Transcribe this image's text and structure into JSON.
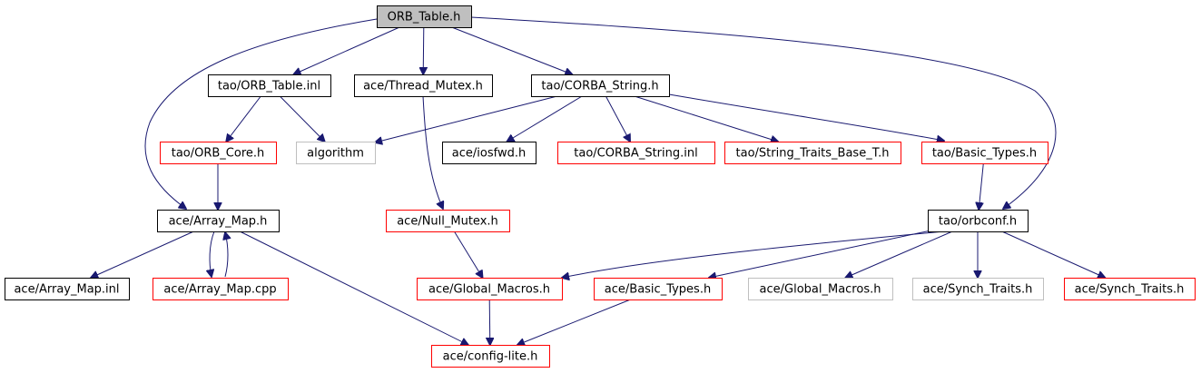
{
  "nodes": [
    {
      "id": "orb_table_h",
      "label": "ORB_Table.h",
      "style": "root"
    },
    {
      "id": "tao_orb_table_inl",
      "label": "tao/ORB_Table.inl",
      "style": "normal"
    },
    {
      "id": "ace_thread_mutex_h",
      "label": "ace/Thread_Mutex.h",
      "style": "normal"
    },
    {
      "id": "tao_corba_string_h",
      "label": "tao/CORBA_String.h",
      "style": "normal"
    },
    {
      "id": "tao_orb_core_h",
      "label": "tao/ORB_Core.h",
      "style": "red"
    },
    {
      "id": "algorithm",
      "label": "algorithm",
      "style": "gray"
    },
    {
      "id": "ace_iosfwd_h",
      "label": "ace/iosfwd.h",
      "style": "normal"
    },
    {
      "id": "tao_corba_string_inl",
      "label": "tao/CORBA_String.inl",
      "style": "red"
    },
    {
      "id": "tao_string_traits_base_t_h",
      "label": "tao/String_Traits_Base_T.h",
      "style": "red"
    },
    {
      "id": "tao_basic_types_h",
      "label": "tao/Basic_Types.h",
      "style": "red"
    },
    {
      "id": "ace_array_map_h",
      "label": "ace/Array_Map.h",
      "style": "normal"
    },
    {
      "id": "ace_null_mutex_h",
      "label": "ace/Null_Mutex.h",
      "style": "red"
    },
    {
      "id": "tao_orbconf_h",
      "label": "tao/orbconf.h",
      "style": "normal"
    },
    {
      "id": "ace_array_map_inl",
      "label": "ace/Array_Map.inl",
      "style": "normal"
    },
    {
      "id": "ace_array_map_cpp",
      "label": "ace/Array_Map.cpp",
      "style": "red"
    },
    {
      "id": "ace_global_macros_h",
      "label": "ace/Global_Macros.h",
      "style": "red"
    },
    {
      "id": "ace_basic_types_h",
      "label": "ace/Basic_Types.h",
      "style": "red"
    },
    {
      "id": "ace_global_macros_h_2",
      "label": "ace/Global_Macros.h",
      "style": "gray"
    },
    {
      "id": "ace_synch_traits_h",
      "label": "ace/Synch_Traits.h",
      "style": "gray"
    },
    {
      "id": "ace_synch_traits_h_2",
      "label": "ace/Synch_Traits.h",
      "style": "red"
    },
    {
      "id": "ace_config_lite_h",
      "label": "ace/config-lite.h",
      "style": "red"
    }
  ],
  "edges": [
    {
      "from": "orb_table_h",
      "to": "tao_orb_table_inl"
    },
    {
      "from": "orb_table_h",
      "to": "ace_thread_mutex_h"
    },
    {
      "from": "orb_table_h",
      "to": "tao_corba_string_h"
    },
    {
      "from": "orb_table_h",
      "to": "ace_array_map_h"
    },
    {
      "from": "orb_table_h",
      "to": "tao_orbconf_h"
    },
    {
      "from": "tao_orb_table_inl",
      "to": "tao_orb_core_h"
    },
    {
      "from": "tao_orb_table_inl",
      "to": "algorithm"
    },
    {
      "from": "ace_thread_mutex_h",
      "to": "ace_null_mutex_h"
    },
    {
      "from": "tao_corba_string_h",
      "to": "algorithm"
    },
    {
      "from": "tao_corba_string_h",
      "to": "ace_iosfwd_h"
    },
    {
      "from": "tao_corba_string_h",
      "to": "tao_corba_string_inl"
    },
    {
      "from": "tao_corba_string_h",
      "to": "tao_string_traits_base_t_h"
    },
    {
      "from": "tao_corba_string_h",
      "to": "tao_basic_types_h"
    },
    {
      "from": "tao_orb_core_h",
      "to": "ace_array_map_h"
    },
    {
      "from": "tao_basic_types_h",
      "to": "tao_orbconf_h"
    },
    {
      "from": "ace_array_map_h",
      "to": "ace_array_map_inl"
    },
    {
      "from": "ace_array_map_h",
      "to": "ace_array_map_cpp"
    },
    {
      "from": "ace_array_map_cpp",
      "to": "ace_array_map_h"
    },
    {
      "from": "ace_array_map_h",
      "to": "ace_config_lite_h"
    },
    {
      "from": "ace_null_mutex_h",
      "to": "ace_global_macros_h"
    },
    {
      "from": "tao_orbconf_h",
      "to": "ace_global_macros_h"
    },
    {
      "from": "tao_orbconf_h",
      "to": "ace_basic_types_h"
    },
    {
      "from": "tao_orbconf_h",
      "to": "ace_global_macros_h_2"
    },
    {
      "from": "tao_orbconf_h",
      "to": "ace_synch_traits_h"
    },
    {
      "from": "tao_orbconf_h",
      "to": "ace_synch_traits_h_2"
    },
    {
      "from": "ace_global_macros_h",
      "to": "ace_config_lite_h"
    },
    {
      "from": "ace_basic_types_h",
      "to": "ace_config_lite_h"
    }
  ],
  "colors": {
    "edge": "#191970",
    "root_fill": "#bfbfbf",
    "normal_border": "#000000",
    "red_border": "#ff0000",
    "gray_border": "#bfbfbf",
    "node_fill": "#ffffff"
  }
}
